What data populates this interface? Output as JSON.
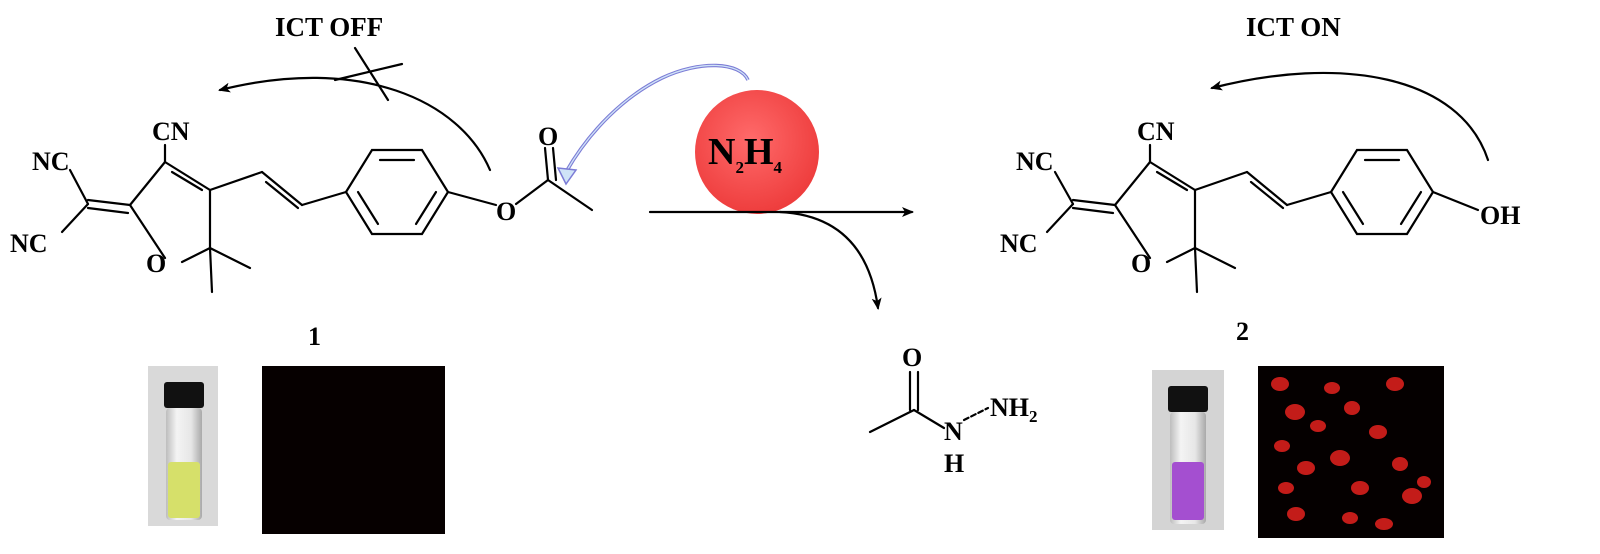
{
  "left": {
    "state_label": "ICT OFF",
    "compound_number": "1",
    "groups": {
      "cn": "CN",
      "nc_top": "NC",
      "nc_bottom": "NC",
      "oxygen": "O",
      "carbonyl_o": "O",
      "ester_o": "O"
    }
  },
  "right": {
    "state_label": "ICT ON",
    "compound_number": "2",
    "groups": {
      "cn": "CN",
      "nc_top": "NC",
      "nc_bottom": "NC",
      "oxygen": "O",
      "hydroxyl": "OH"
    }
  },
  "reagent": {
    "symbol_n": "N",
    "sub_n": "2",
    "symbol_h": "H",
    "sub_h": "4",
    "bubble_color": "#f24d4d"
  },
  "byproduct": {
    "carbonyl_o": "O",
    "nh": "N",
    "h": "H",
    "nh2": "NH",
    "sub_2": "2"
  },
  "colors": {
    "vial_solution_1": "#d6e06a",
    "vial_solution_2": "#a44fd0",
    "cells_fluorescence": "#d8201c",
    "curved_arrow": "#8f8fd8"
  }
}
